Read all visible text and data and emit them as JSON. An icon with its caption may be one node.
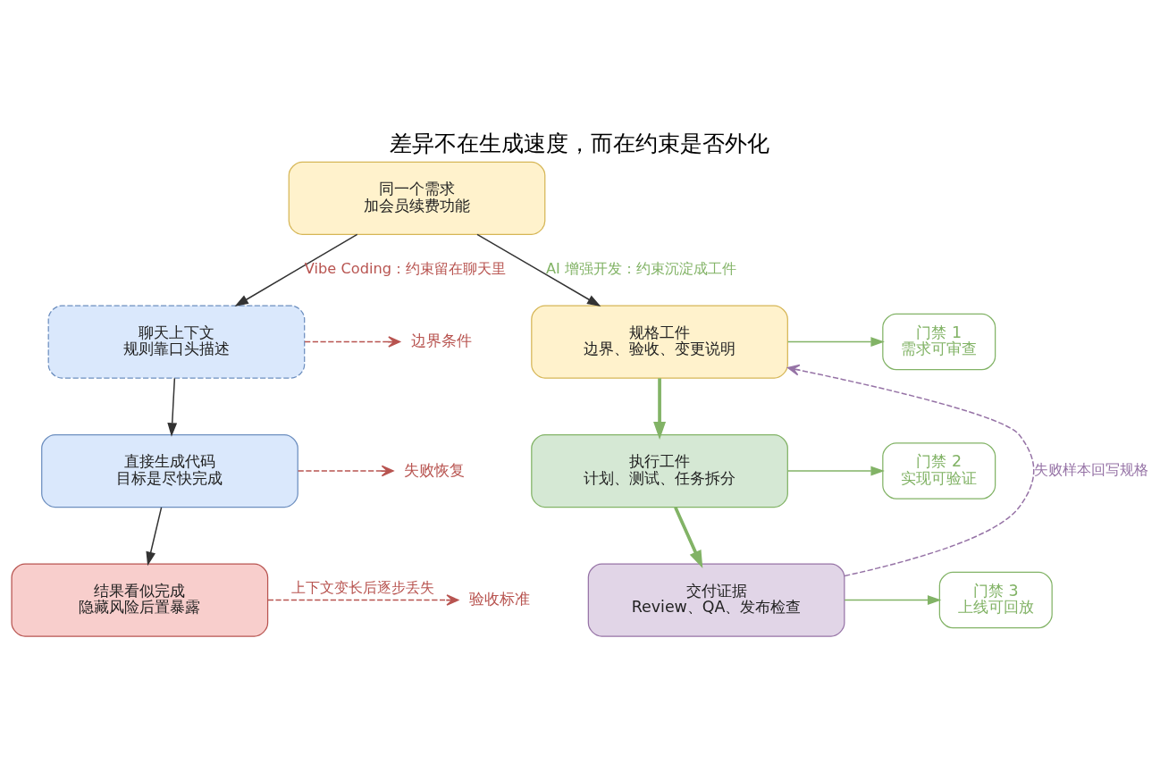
{
  "diagram": {
    "title": "差异不在生成速度，而在约束是否外化",
    "nodes": [
      {
        "text": [
          "同一个需求",
          "加会员续费功能"
        ]
      },
      {
        "text": [
          "聊天上下文",
          "规则靠口头描述"
        ]
      },
      {
        "text": [
          "直接生成代码",
          "目标是尽快完成"
        ]
      },
      {
        "text": [
          "结果看似完成",
          "隐藏风险后置暴露"
        ]
      },
      {
        "text": [
          "边界条件"
        ]
      },
      {
        "text": [
          "失败恢复"
        ]
      },
      {
        "text": [
          "验收标准"
        ]
      },
      {
        "text": [
          "规格工件",
          "边界、验收、变更说明"
        ]
      },
      {
        "text": [
          "执行工件",
          "计划、测试、任务拆分"
        ]
      },
      {
        "text": [
          "交付证据",
          "Review、QA、发布检查"
        ]
      },
      {
        "text": [
          "门禁 1",
          "需求可审查"
        ]
      },
      {
        "text": [
          "门禁 2",
          "实现可验证"
        ]
      },
      {
        "text": [
          "门禁 3",
          "上线可回放"
        ]
      }
    ],
    "edges": [
      {
        "from": 0,
        "to": 1,
        "arrow": "to",
        "label": "Vibe Coding：约束留在聊天里",
        "color": "#333333"
      },
      {
        "from": 0,
        "to": 7,
        "arrow": "to",
        "label": "AI 增强开发：约束沉淀成工件",
        "color": "#333333"
      },
      {
        "from": 1,
        "to": 2,
        "arrow": "to",
        "color": "#333333"
      },
      {
        "from": 2,
        "to": 3,
        "arrow": "to",
        "color": "#333333"
      },
      {
        "from": 1,
        "to": 4,
        "arrow": "to",
        "style": "dashed",
        "color": "#b85450"
      },
      {
        "from": 2,
        "to": 5,
        "arrow": "to",
        "style": "dashed",
        "color": "#b85450"
      },
      {
        "from": 3,
        "to": 6,
        "arrow": "to",
        "style": "dashed",
        "color": "#b85450",
        "label": "上下文变长后逐步丢失"
      },
      {
        "from": 7,
        "to": 8,
        "arrow": "to",
        "style": "thick",
        "color": "#82b366"
      },
      {
        "from": 8,
        "to": 9,
        "arrow": "to",
        "style": "thick",
        "color": "#82b366"
      },
      {
        "from": 7,
        "to": 10,
        "arrow": "to",
        "color": "#82b366"
      },
      {
        "from": 8,
        "to": 11,
        "arrow": "to",
        "color": "#82b366"
      },
      {
        "from": 9,
        "to": 12,
        "arrow": "to",
        "color": "#82b366"
      },
      {
        "from": 9,
        "to": 7,
        "arrow": "to",
        "style": "dashed",
        "color": "#9673a6",
        "label": "失败样本回写规格"
      }
    ]
  }
}
